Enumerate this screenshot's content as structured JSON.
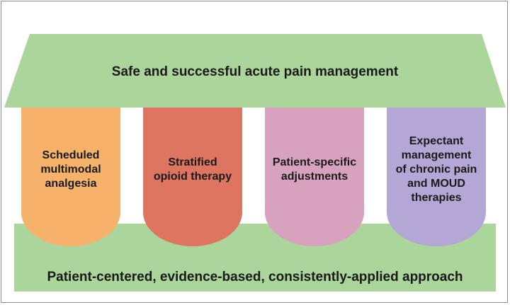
{
  "roof": {
    "text": "Safe and successful acute pain management",
    "color": "#abd59a"
  },
  "pillars": [
    {
      "text": "Scheduled\nmultimodal\nanalgesia",
      "color": "#f6b26b"
    },
    {
      "text": "Stratified\nopioid therapy",
      "color": "#dd7560"
    },
    {
      "text": "Patient-specific\nadjustments",
      "color": "#d8a2bf"
    },
    {
      "text": "Expectant\nmanagement\nof chronic pain\nand MOUD\ntherapies",
      "color": "#b4a7d6"
    }
  ],
  "base": {
    "text": "Patient-centered, evidence-based, consistently-applied approach",
    "color": "#abd59a"
  }
}
